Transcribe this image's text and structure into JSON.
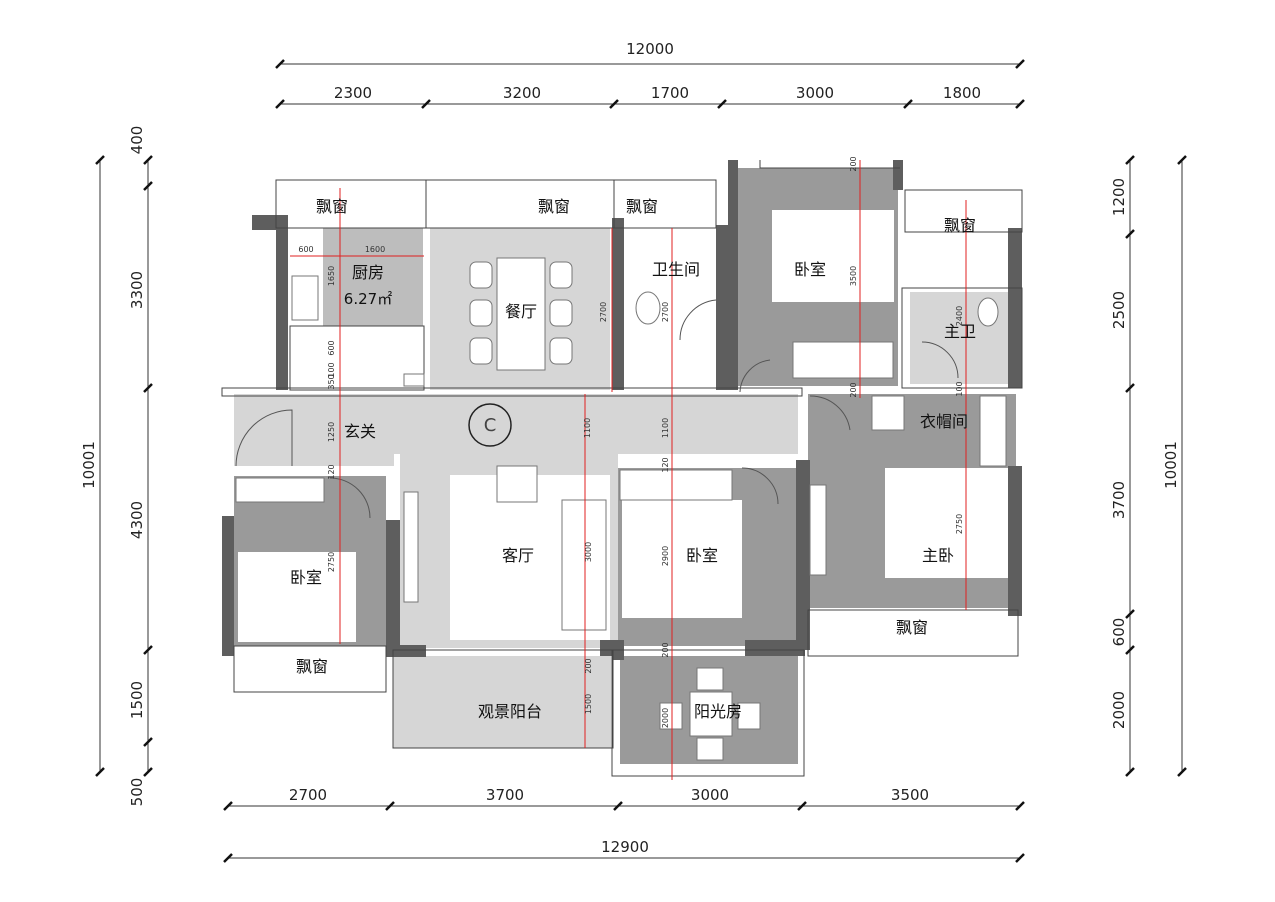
{
  "dimensions": {
    "top_total": "12000",
    "top_segments": [
      "2300",
      "3200",
      "1700",
      "3000",
      "1800"
    ],
    "bottom_segments": [
      "2700",
      "3700",
      "3000",
      "3500"
    ],
    "bottom_total": "12900",
    "left_segments": [
      "400",
      "3300",
      "4300",
      "1500",
      "500"
    ],
    "left_total": "10001",
    "right_segments": [
      "1200",
      "2500",
      "3700",
      "600",
      "2000"
    ],
    "right_total": "10001"
  },
  "rooms": {
    "bay_window": "飘窗",
    "kitchen": "厨房",
    "kitchen_area": "6.27㎡",
    "dining": "餐厅",
    "bathroom": "卫生间",
    "bedroom": "卧室",
    "master_bath": "主卫",
    "foyer": "玄关",
    "cloakroom": "衣帽间",
    "living": "客厅",
    "master_bedroom": "主卧",
    "view_balcony": "观景阳台",
    "sunroom": "阳光房"
  },
  "inner_dims": {
    "k600": "600",
    "k1600": "1600",
    "k1650": "1650",
    "k600b": "600",
    "k350": "350",
    "d2700": "2700",
    "b2700": "2700",
    "br3500": "3500",
    "mb2400": "2400",
    "f1250": "1250",
    "c1100a": "1100",
    "c1100b": "1100",
    "l3000": "3000",
    "br2900": "2900",
    "w2750": "2750",
    "m2750": "2750",
    "s1500": "1500",
    "s2000": "2000",
    "t200a": "200",
    "t200b": "200",
    "t200c": "200",
    "t200d": "200",
    "t100a": "100",
    "t100b": "100",
    "t120a": "120",
    "t120b": "120"
  },
  "icons": {
    "compass": "C"
  },
  "colors": {
    "wall_dark": "#5e5e5e",
    "wet_floor": "#bdbdbd",
    "room_floor": "#d6d6d6",
    "bedroom_floor": "#9a9a9a",
    "dim_red": "#e02020"
  }
}
